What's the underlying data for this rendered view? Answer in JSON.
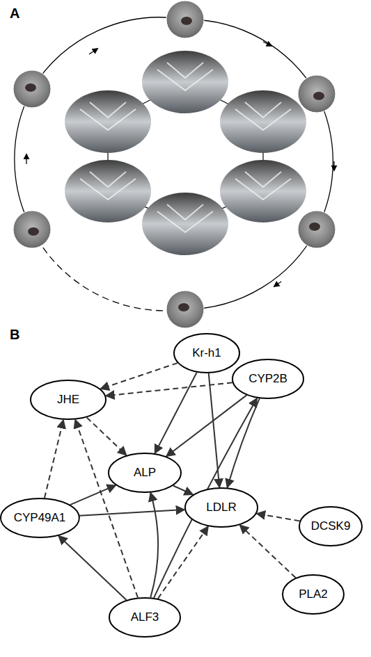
{
  "diagram": {
    "nodes": [
      {
        "text": [
          "Kr-h1"
        ]
      },
      {
        "text": [
          "JHE"
        ]
      },
      {
        "text": [
          "CYP2B"
        ]
      },
      {
        "text": [
          "ALP"
        ]
      },
      {
        "text": [
          "CYP49A1"
        ]
      },
      {
        "text": [
          "LDLR"
        ]
      },
      {
        "text": [
          "DCSK9"
        ]
      },
      {
        "text": [
          "PLA2"
        ]
      },
      {
        "text": [
          "ALF3"
        ]
      }
    ],
    "edges": [
      {
        "from": 0,
        "to": 1,
        "arrow": "to"
      },
      {
        "from": 0,
        "to": 3,
        "arrow": "to"
      },
      {
        "from": 0,
        "to": 5,
        "arrow": "to"
      },
      {
        "from": 2,
        "to": 1,
        "arrow": "to"
      },
      {
        "from": 2,
        "to": 3,
        "arrow": "to"
      },
      {
        "from": 2,
        "to": 5,
        "arrow": "to"
      },
      {
        "from": 1,
        "to": 3,
        "arrow": "to"
      },
      {
        "from": 3,
        "to": 5,
        "arrow": "to"
      },
      {
        "from": 4,
        "to": 1,
        "arrow": "to"
      },
      {
        "from": 4,
        "to": 3,
        "arrow": "to"
      },
      {
        "from": 4,
        "to": 5,
        "arrow": "to"
      },
      {
        "from": 6,
        "to": 5,
        "arrow": "to"
      },
      {
        "from": 7,
        "to": 5,
        "arrow": "to"
      },
      {
        "from": 8,
        "to": 1,
        "arrow": "to"
      },
      {
        "from": 8,
        "to": 4,
        "arrow": "to"
      },
      {
        "from": 8,
        "to": 3,
        "arrow": "to"
      },
      {
        "from": 8,
        "to": 2,
        "arrow": "to"
      },
      {
        "from": 8,
        "to": 5,
        "arrow": "to"
      }
    ],
    "labels": [
      "A",
      "B"
    ]
  }
}
